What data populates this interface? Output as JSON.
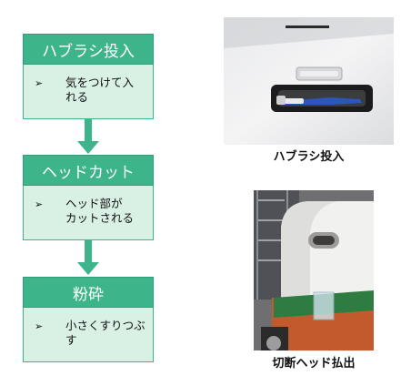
{
  "flow": [
    {
      "title": "ハブラシ投入",
      "bullet": "➢",
      "text": "気をつけて入れる",
      "line1": "気をつけて入",
      "line2": "れる"
    },
    {
      "title": "ヘッドカット",
      "bullet": "➢",
      "text": "ヘッド部がカットされる",
      "line1": "ヘッド部が",
      "line2": "カットされる"
    },
    {
      "title": "粉砕",
      "bullet": "➢",
      "text": "小さくすりつぶす",
      "line1": "小さくすりつぶ",
      "line2": "す"
    }
  ],
  "photos": {
    "top_caption": "ハブラシ投入",
    "bottom_caption": "切断ヘッド払出"
  },
  "colors": {
    "accent": "#3db48a",
    "panel": "#d9f1e4"
  }
}
